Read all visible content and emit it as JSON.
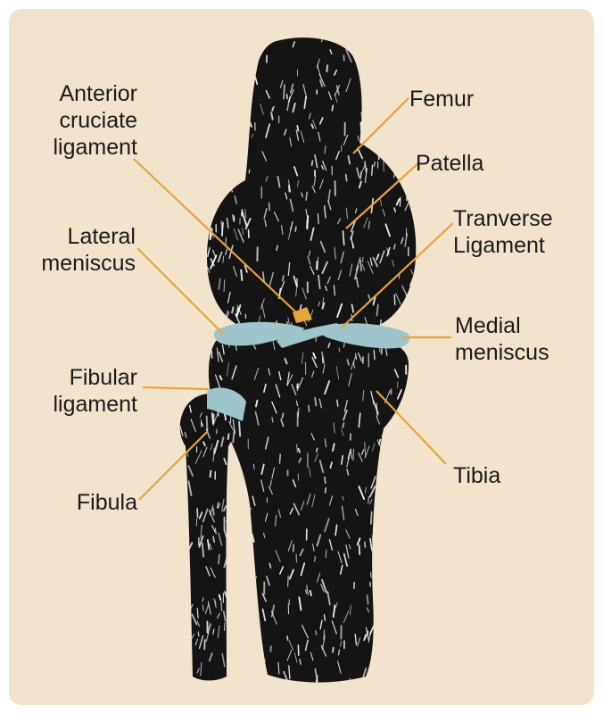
{
  "colors": {
    "background": "#f2e3cc",
    "bone": "#141414",
    "bone_texture": "#ffffff",
    "meniscus": "#9ec4cc",
    "ligament": "#e8a33a",
    "leader": "#e8a33a",
    "text": "#1a1a1a"
  },
  "labels": {
    "acl": "Anterior\ncruciate\nligament",
    "femur": "Femur",
    "patella": "Patella",
    "transverse": "Tranverse\nLigament",
    "lateral_meniscus": "Lateral\nmeniscus",
    "medial_meniscus": "Medial\nmeniscus",
    "fibular_ligament": "Fibular\nligament",
    "tibia": "Tibia",
    "fibula": "Fibula"
  }
}
